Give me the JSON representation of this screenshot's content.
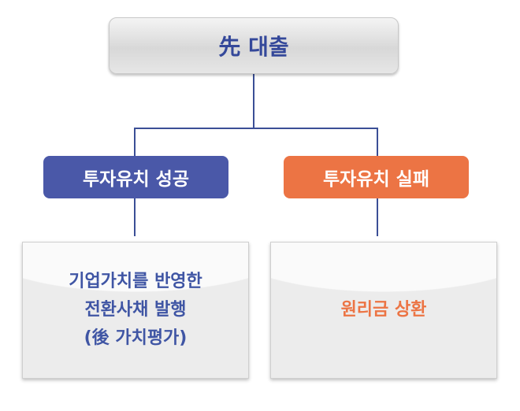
{
  "root": {
    "label": "先 대출"
  },
  "branches": [
    {
      "label": "투자유치 성공",
      "color": "#4a58a8",
      "result": [
        "기업가치를 반영한",
        "전환사채 발행",
        "(後 가치평가)"
      ]
    },
    {
      "label": "투자유치 실패",
      "color": "#ec7444",
      "result": [
        "원리금 상환"
      ]
    }
  ],
  "line_color": "#3b4f96"
}
